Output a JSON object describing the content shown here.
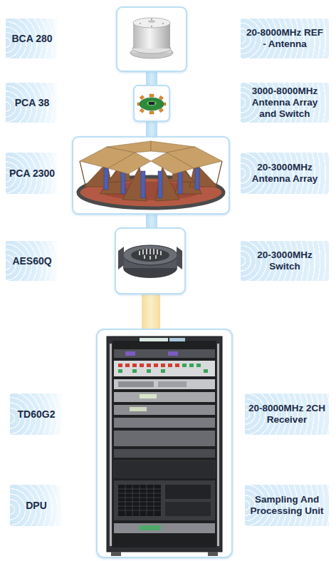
{
  "diagram": {
    "nodes": [
      {
        "text": [
          "BCA 280"
        ]
      },
      {
        "text": [
          "20-8000MHz REF - Antenna"
        ]
      },
      {
        "text": [
          "PCA 38"
        ]
      },
      {
        "text": [
          "3000-8000MHz Antenna Array and Switch"
        ]
      },
      {
        "text": [
          "PCA 2300"
        ]
      },
      {
        "text": [
          "20-3000MHz Antenna Array"
        ]
      },
      {
        "text": [
          "AES60Q"
        ]
      },
      {
        "text": [
          "20-3000MHz Switch"
        ]
      },
      {
        "text": [
          "TD60G2"
        ]
      },
      {
        "text": [
          "20-8000MHz 2CH Receiver"
        ]
      },
      {
        "text": [
          "DPU"
        ]
      },
      {
        "text": [
          "Sampling And Processing Unit"
        ]
      }
    ]
  }
}
